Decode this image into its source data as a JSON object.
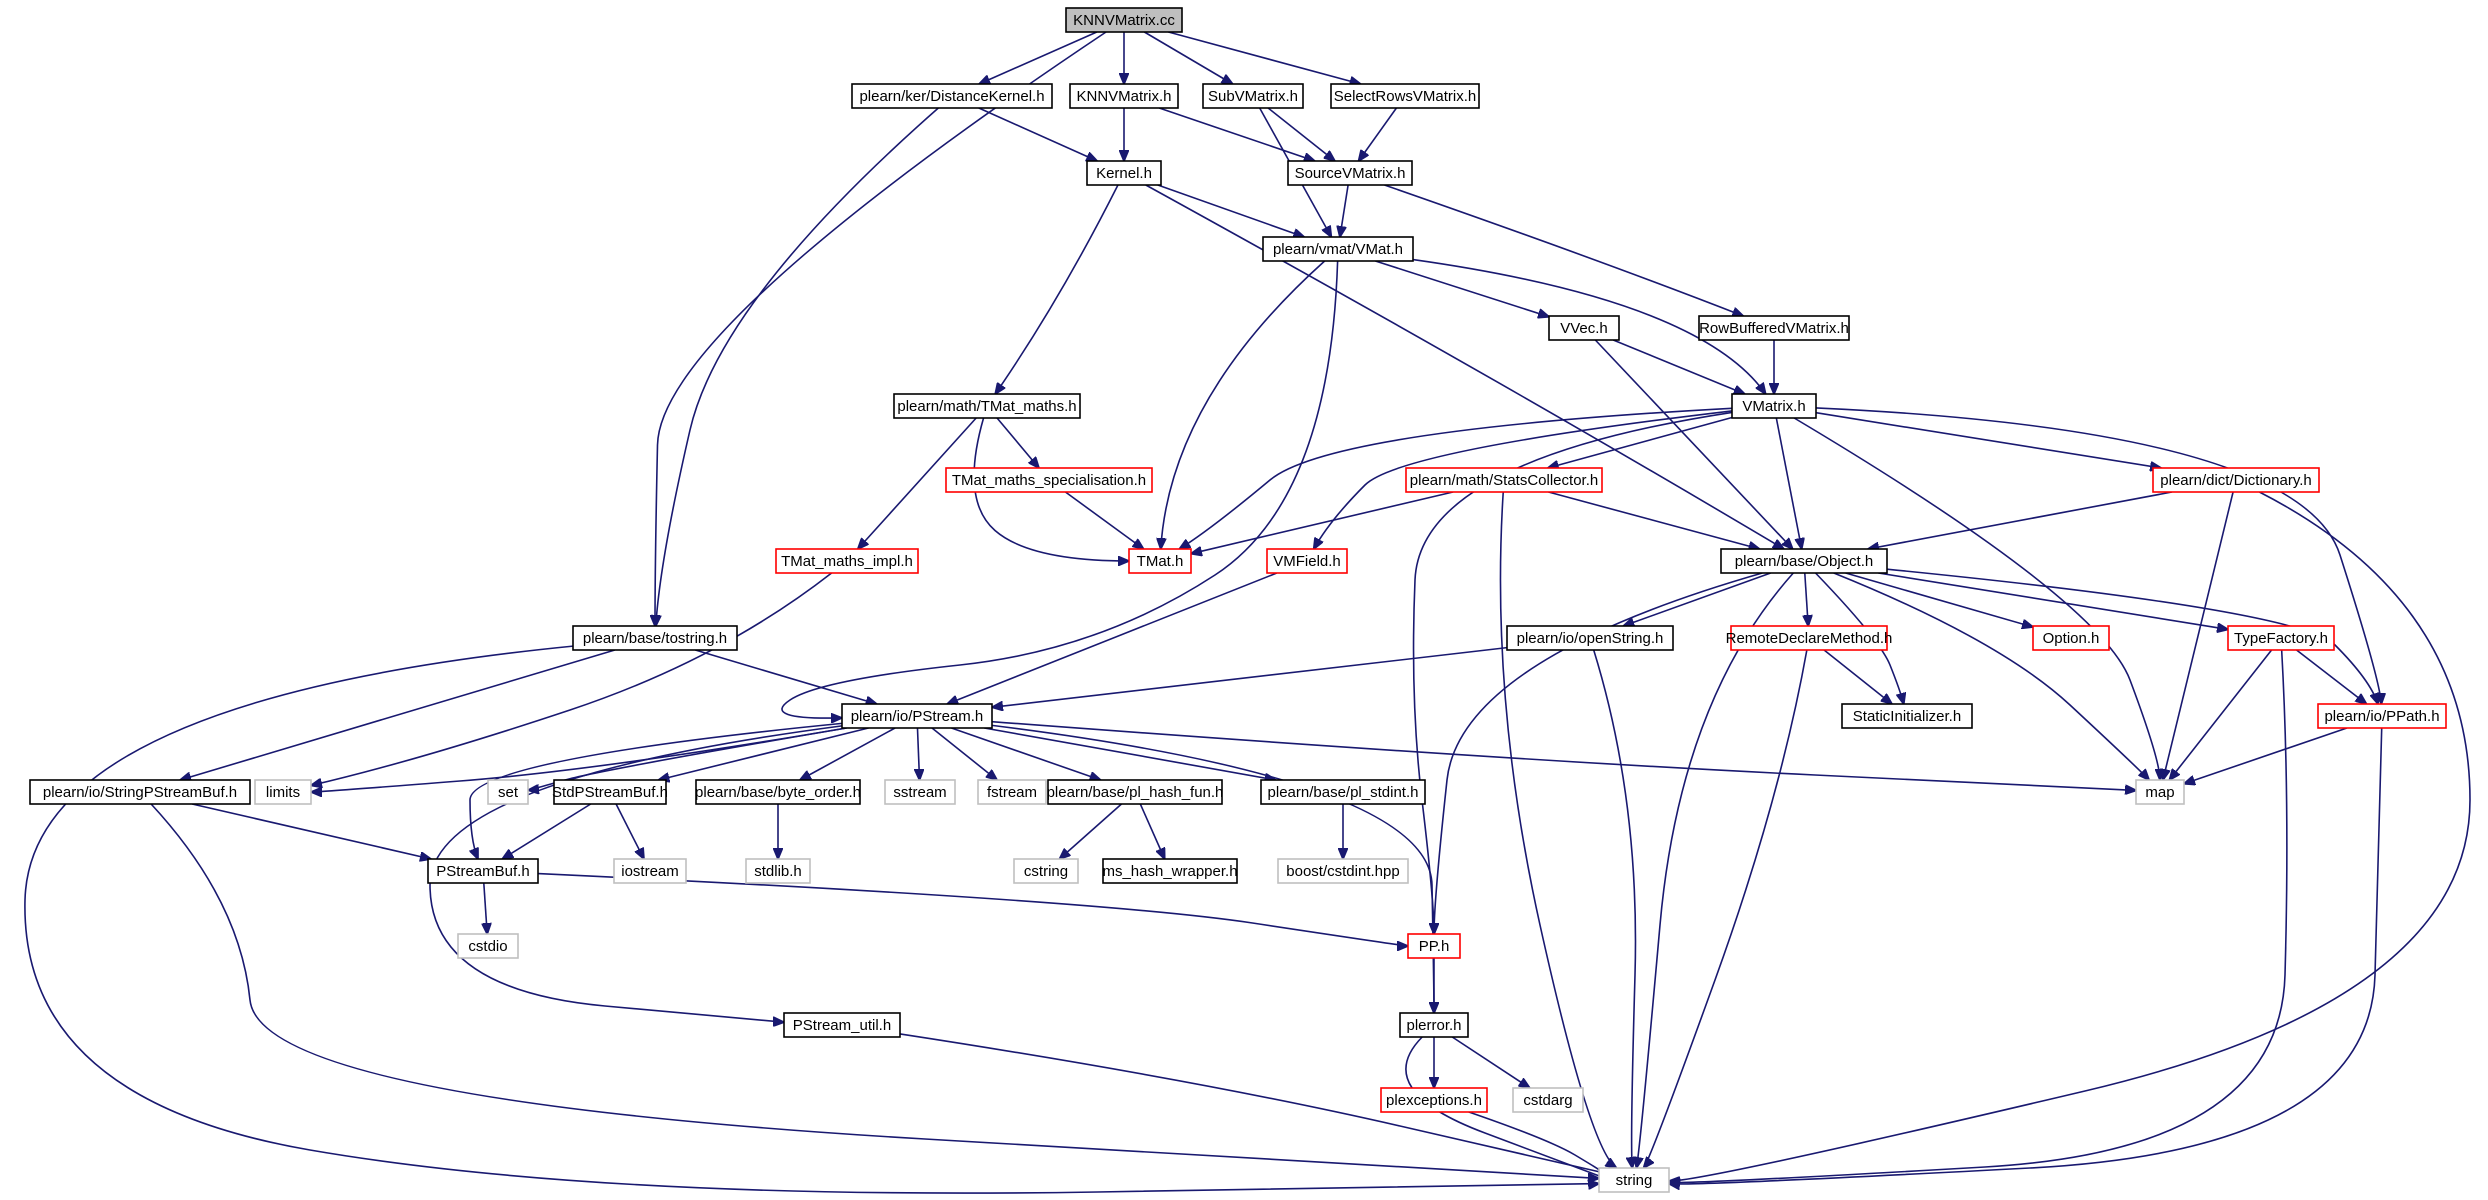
{
  "colors": {
    "normal_border": "#000000",
    "truncated_border": "#ff0000",
    "system_border": "#bfbfbf",
    "root_fill": "#bfbfbf",
    "edge": "#191970"
  },
  "nodes": [
    {
      "id": "knnv_cc",
      "label": "KNNVMatrix.cc",
      "type": "root"
    },
    {
      "id": "distkernel",
      "label": "plearn/ker/DistanceKernel.h",
      "type": "normal"
    },
    {
      "id": "knnv_h",
      "label": "KNNVMatrix.h",
      "type": "normal"
    },
    {
      "id": "subv",
      "label": "SubVMatrix.h",
      "type": "normal"
    },
    {
      "id": "selrows",
      "label": "SelectRowsVMatrix.h",
      "type": "normal"
    },
    {
      "id": "kernel",
      "label": "Kernel.h",
      "type": "normal"
    },
    {
      "id": "sourcev",
      "label": "SourceVMatrix.h",
      "type": "normal"
    },
    {
      "id": "vmat",
      "label": "plearn/vmat/VMat.h",
      "type": "normal"
    },
    {
      "id": "vvec",
      "label": "VVec.h",
      "type": "normal"
    },
    {
      "id": "rowbuf",
      "label": "RowBufferedVMatrix.h",
      "type": "normal"
    },
    {
      "id": "tmatmaths",
      "label": "plearn/math/TMat_maths.h",
      "type": "normal"
    },
    {
      "id": "vmatrix",
      "label": "VMatrix.h",
      "type": "normal"
    },
    {
      "id": "tmatspec",
      "label": "TMat_maths_specialisation.h",
      "type": "truncated"
    },
    {
      "id": "statscol",
      "label": "plearn/math/StatsCollector.h",
      "type": "truncated"
    },
    {
      "id": "dict",
      "label": "plearn/dict/Dictionary.h",
      "type": "truncated"
    },
    {
      "id": "tmatimpl",
      "label": "TMat_maths_impl.h",
      "type": "truncated"
    },
    {
      "id": "tmat",
      "label": "TMat.h",
      "type": "truncated"
    },
    {
      "id": "vmfield",
      "label": "VMField.h",
      "type": "truncated"
    },
    {
      "id": "object",
      "label": "plearn/base/Object.h",
      "type": "normal"
    },
    {
      "id": "tostring",
      "label": "plearn/base/tostring.h",
      "type": "normal"
    },
    {
      "id": "openstring",
      "label": "plearn/io/openString.h",
      "type": "normal"
    },
    {
      "id": "remote",
      "label": "RemoteDeclareMethod.h",
      "type": "truncated"
    },
    {
      "id": "option",
      "label": "Option.h",
      "type": "truncated"
    },
    {
      "id": "typefactory",
      "label": "TypeFactory.h",
      "type": "truncated"
    },
    {
      "id": "pstream",
      "label": "plearn/io/PStream.h",
      "type": "normal"
    },
    {
      "id": "staticinit",
      "label": "StaticInitializer.h",
      "type": "normal"
    },
    {
      "id": "ppath",
      "label": "plearn/io/PPath.h",
      "type": "truncated"
    },
    {
      "id": "strpsbuf",
      "label": "plearn/io/StringPStreamBuf.h",
      "type": "normal"
    },
    {
      "id": "limits",
      "label": "limits",
      "type": "system"
    },
    {
      "id": "set",
      "label": "set",
      "type": "system"
    },
    {
      "id": "stdpsbuf",
      "label": "StdPStreamBuf.h",
      "type": "normal"
    },
    {
      "id": "byteorder",
      "label": "plearn/base/byte_order.h",
      "type": "normal"
    },
    {
      "id": "sstream",
      "label": "sstream",
      "type": "system"
    },
    {
      "id": "fstream",
      "label": "fstream",
      "type": "system"
    },
    {
      "id": "hashfun",
      "label": "plearn/base/pl_hash_fun.h",
      "type": "normal"
    },
    {
      "id": "plstdint",
      "label": "plearn/base/pl_stdint.h",
      "type": "normal"
    },
    {
      "id": "map",
      "label": "map",
      "type": "system"
    },
    {
      "id": "psbuf",
      "label": "PStreamBuf.h",
      "type": "normal"
    },
    {
      "id": "iostream",
      "label": "iostream",
      "type": "system"
    },
    {
      "id": "stdlib",
      "label": "stdlib.h",
      "type": "system"
    },
    {
      "id": "cstring",
      "label": "cstring",
      "type": "system"
    },
    {
      "id": "mshash",
      "label": "ms_hash_wrapper.h",
      "type": "normal"
    },
    {
      "id": "boostint",
      "label": "boost/cstdint.hpp",
      "type": "system"
    },
    {
      "id": "cstdio",
      "label": "cstdio",
      "type": "system"
    },
    {
      "id": "pp",
      "label": "PP.h",
      "type": "truncated"
    },
    {
      "id": "psutil",
      "label": "PStream_util.h",
      "type": "normal"
    },
    {
      "id": "plerror",
      "label": "plerror.h",
      "type": "normal"
    },
    {
      "id": "plexc",
      "label": "plexceptions.h",
      "type": "truncated"
    },
    {
      "id": "cstdarg",
      "label": "cstdarg",
      "type": "system"
    },
    {
      "id": "string",
      "label": "string",
      "type": "system"
    }
  ],
  "edges": [
    [
      "knnv_cc",
      "tostring"
    ],
    [
      "knnv_cc",
      "distkernel"
    ],
    [
      "knnv_cc",
      "knnv_h"
    ],
    [
      "knnv_cc",
      "subv"
    ],
    [
      "knnv_cc",
      "selrows"
    ],
    [
      "distkernel",
      "kernel"
    ],
    [
      "distkernel",
      "tostring"
    ],
    [
      "knnv_h",
      "kernel"
    ],
    [
      "knnv_h",
      "sourcev"
    ],
    [
      "subv",
      "sourcev"
    ],
    [
      "subv",
      "vmat"
    ],
    [
      "selrows",
      "sourcev"
    ],
    [
      "kernel",
      "vmat"
    ],
    [
      "kernel",
      "tmatmaths"
    ],
    [
      "kernel",
      "object"
    ],
    [
      "sourcev",
      "vmat"
    ],
    [
      "sourcev",
      "rowbuf"
    ],
    [
      "vmat",
      "tmat"
    ],
    [
      "vmat",
      "vvec"
    ],
    [
      "vmat",
      "vmatrix"
    ],
    [
      "vmat",
      "pstream"
    ],
    [
      "vvec",
      "vmatrix"
    ],
    [
      "vvec",
      "object"
    ],
    [
      "rowbuf",
      "vmatrix"
    ],
    [
      "tmatmaths",
      "tmatspec"
    ],
    [
      "tmatmaths",
      "tmatimpl"
    ],
    [
      "tmatmaths",
      "tmat"
    ],
    [
      "tmatspec",
      "tmat"
    ],
    [
      "tmatimpl",
      "limits"
    ],
    [
      "vmatrix",
      "tmat"
    ],
    [
      "vmatrix",
      "statscol"
    ],
    [
      "vmatrix",
      "dict"
    ],
    [
      "vmatrix",
      "vmfield"
    ],
    [
      "vmatrix",
      "object"
    ],
    [
      "vmatrix",
      "pp"
    ],
    [
      "vmatrix",
      "map"
    ],
    [
      "vmatrix",
      "ppath"
    ],
    [
      "statscol",
      "tmat"
    ],
    [
      "statscol",
      "object"
    ],
    [
      "statscol",
      "string"
    ],
    [
      "dict",
      "object"
    ],
    [
      "dict",
      "map"
    ],
    [
      "dict",
      "string"
    ],
    [
      "vmfield",
      "pstream"
    ],
    [
      "object",
      "openstring"
    ],
    [
      "object",
      "remote"
    ],
    [
      "object",
      "option"
    ],
    [
      "object",
      "typefactory"
    ],
    [
      "object",
      "staticinit"
    ],
    [
      "object",
      "ppath"
    ],
    [
      "object",
      "pp"
    ],
    [
      "object",
      "map"
    ],
    [
      "object",
      "string"
    ],
    [
      "tostring",
      "pstream"
    ],
    [
      "tostring",
      "strpsbuf"
    ],
    [
      "tostring",
      "string"
    ],
    [
      "openstring",
      "pstream"
    ],
    [
      "openstring",
      "string"
    ],
    [
      "remote",
      "staticinit"
    ],
    [
      "remote",
      "string"
    ],
    [
      "typefactory",
      "ppath"
    ],
    [
      "typefactory",
      "map"
    ],
    [
      "typefactory",
      "string"
    ],
    [
      "ppath",
      "map"
    ],
    [
      "ppath",
      "string"
    ],
    [
      "pstream",
      "limits"
    ],
    [
      "pstream",
      "set"
    ],
    [
      "pstream",
      "stdpsbuf"
    ],
    [
      "pstream",
      "byteorder"
    ],
    [
      "pstream",
      "sstream"
    ],
    [
      "pstream",
      "fstream"
    ],
    [
      "pstream",
      "hashfun"
    ],
    [
      "pstream",
      "plstdint"
    ],
    [
      "pstream",
      "map"
    ],
    [
      "pstream",
      "psbuf"
    ],
    [
      "pstream",
      "psutil"
    ],
    [
      "pstream",
      "plerror"
    ],
    [
      "strpsbuf",
      "psbuf"
    ],
    [
      "strpsbuf",
      "string"
    ],
    [
      "stdpsbuf",
      "psbuf"
    ],
    [
      "stdpsbuf",
      "iostream"
    ],
    [
      "byteorder",
      "stdlib"
    ],
    [
      "hashfun",
      "cstring"
    ],
    [
      "hashfun",
      "mshash"
    ],
    [
      "plstdint",
      "boostint"
    ],
    [
      "psbuf",
      "cstdio"
    ],
    [
      "psbuf",
      "pp"
    ],
    [
      "pp",
      "plerror"
    ],
    [
      "psutil",
      "string"
    ],
    [
      "plerror",
      "plexc"
    ],
    [
      "plerror",
      "cstdarg"
    ],
    [
      "plerror",
      "string"
    ],
    [
      "plexc",
      "string"
    ]
  ]
}
